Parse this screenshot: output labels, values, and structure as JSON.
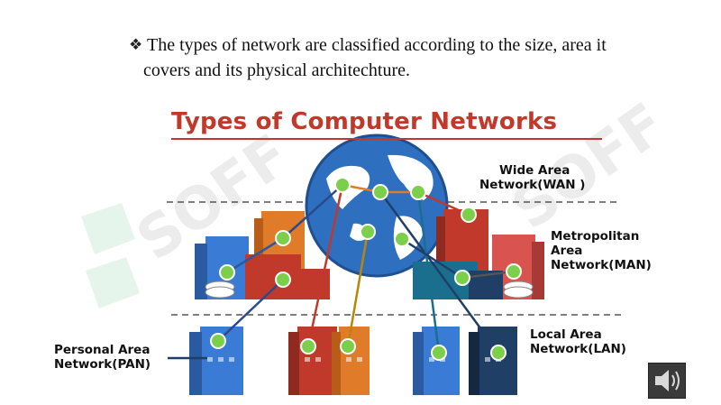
{
  "slide": {
    "bullet_icon": "four-diamond-bullet",
    "bullet_text_line1": "The types of network are classified according to the size, area it",
    "bullet_text_line2": "covers and its physical architechture."
  },
  "figure": {
    "title": "Types of Computer Networks",
    "watermark_text": "SOFF",
    "wan_label_line1": "Wide Area",
    "wan_label_line2": "Network(WAN )",
    "man_label_line1": "Metropolitan",
    "man_label_line2": "Area",
    "man_label_line3": "Network(MAN)",
    "lan_label_line1": "Local Area",
    "lan_label_line2": "Network(LAN)",
    "pan_label_line1": "Personal Area",
    "pan_label_line2": "Network(PAN)"
  },
  "colors": {
    "title": "#c0392b",
    "node": "#7ccf4a",
    "globe": "#2e6fc0",
    "building_blue": "#3a7bd5",
    "building_orange": "#e07b2a",
    "building_red": "#c0392b",
    "building_navy": "#1f3f66",
    "building_teal": "#1a6f8f"
  },
  "controls": {
    "speaker_icon": "speaker-icon"
  }
}
